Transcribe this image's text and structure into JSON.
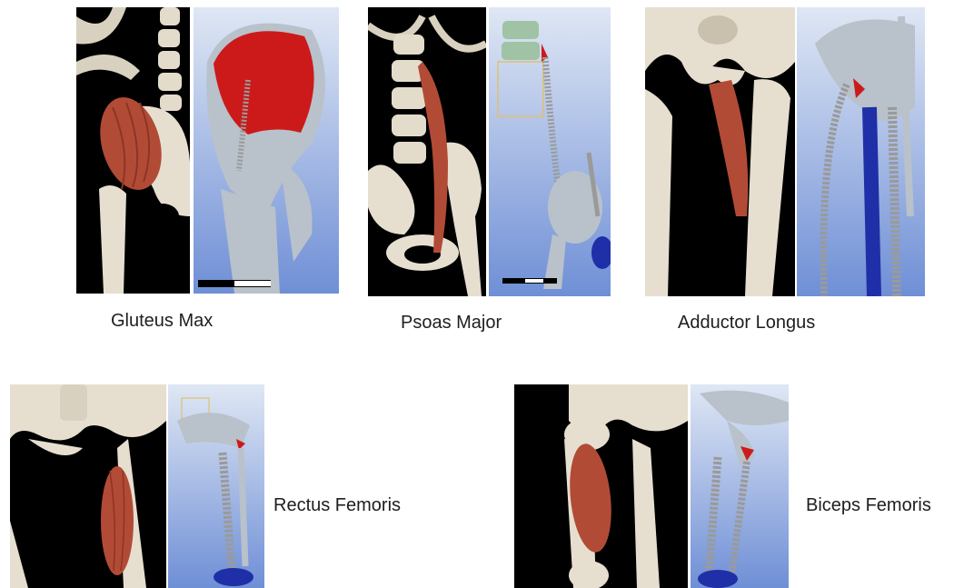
{
  "figures": [
    {
      "id": "gluteus-max",
      "caption": "Gluteus Max"
    },
    {
      "id": "psoas-major",
      "caption": "Psoas Major"
    },
    {
      "id": "adductor-longus",
      "caption": "Adductor Longus"
    },
    {
      "id": "rectus-femoris",
      "caption": "Rectus Femoris"
    },
    {
      "id": "biceps-femoris",
      "caption": "Biceps Femoris"
    }
  ],
  "colors": {
    "anatomy_background": "#000000",
    "bone": "#e6dfd0",
    "muscle": "#b24b36",
    "sim_background_top": "#dfe7f4",
    "sim_background_bottom": "#6f8fd6",
    "sim_bone": "#b9c1ca",
    "sim_muscle_highlight": "#cc1a1a",
    "sim_spring": "#9a9a9a",
    "sim_blue_part": "#1f2fa8"
  }
}
